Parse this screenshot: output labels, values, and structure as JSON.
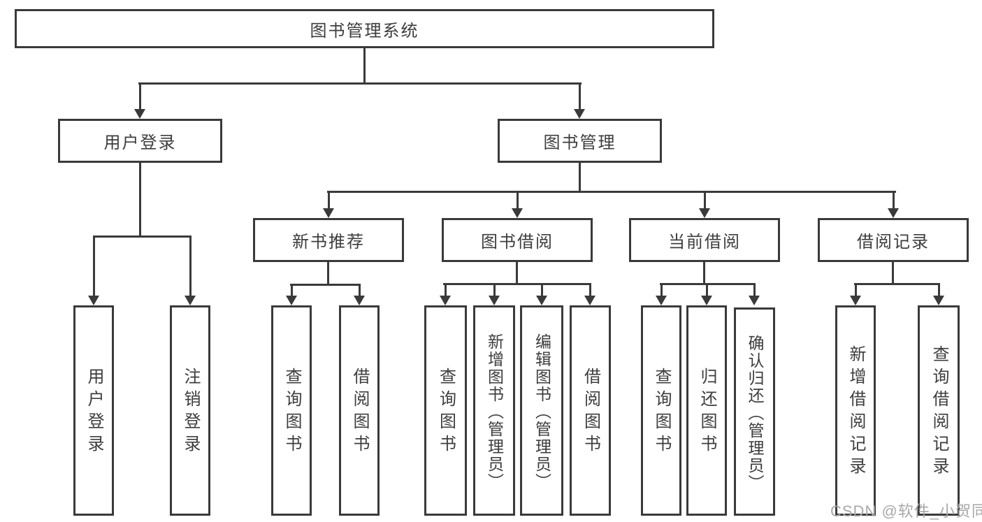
{
  "tree": {
    "label": "图书管理系统",
    "children": [
      {
        "label": "用户登录",
        "children": [
          {
            "label": "用户登录"
          },
          {
            "label": "注销登录"
          }
        ]
      },
      {
        "label": "图书管理",
        "children": [
          {
            "label": "新书推荐",
            "children": [
              {
                "label": "查询图书"
              },
              {
                "label": "借阅图书"
              }
            ]
          },
          {
            "label": "图书借阅",
            "children": [
              {
                "label": "查询图书"
              },
              {
                "label": "新增图书（管理员）"
              },
              {
                "label": "编辑图书（管理员）"
              },
              {
                "label": "借阅图书"
              }
            ]
          },
          {
            "label": "当前借阅",
            "children": [
              {
                "label": "查询图书"
              },
              {
                "label": "归还图书"
              },
              {
                "label": "确认归还（管理员）"
              }
            ]
          },
          {
            "label": "借阅记录",
            "children": [
              {
                "label": "新增借阅记录"
              },
              {
                "label": "查询借阅记录"
              }
            ]
          }
        ]
      }
    ]
  },
  "watermark": {
    "text": "CSDN @软件_小贺同学"
  },
  "colors": {
    "line": "#3a3a3a",
    "text": "#3d3d3d",
    "background": "#ffffff",
    "watermark": "#a8a8a8"
  }
}
